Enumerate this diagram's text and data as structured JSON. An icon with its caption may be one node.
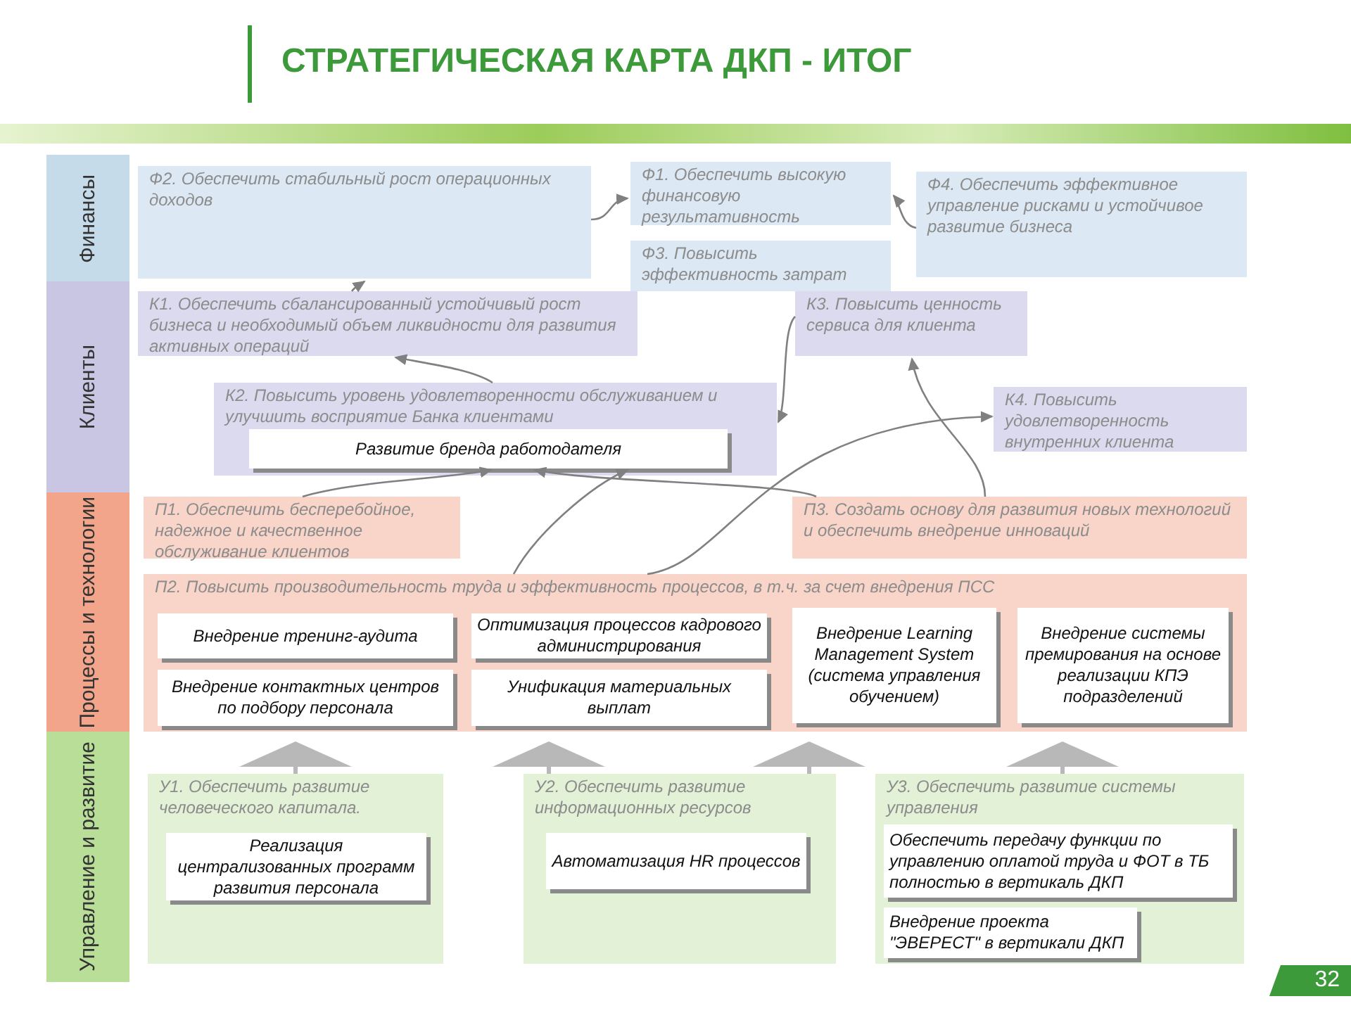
{
  "diagram": {
    "title": "СТРАТЕГИЧЕСКАЯ КАРТА ДКП - ИТОГ",
    "nodes": [
      {
        "text": [
          "Финансы"
        ]
      },
      {
        "text": [
          "Клиенты"
        ]
      },
      {
        "text": [
          "Процессы и технологии"
        ]
      },
      {
        "text": [
          "Управление и развитие"
        ]
      },
      {
        "text": [
          "Ф2. Обеспечить стабильный рост операционных доходов"
        ]
      },
      {
        "text": [
          "Ф1. Обеспечить высокую финансовую результативность"
        ]
      },
      {
        "text": [
          "Ф3. Повысить эффективность затрат"
        ]
      },
      {
        "text": [
          "Ф4. Обеспечить эффективное управление рисками и устойчивое развитие бизнеса"
        ]
      },
      {
        "text": [
          "К1. Обеспечить сбалансированный устойчивый рост бизнеса и необходимый объем ликвидности для развития активных операций"
        ]
      },
      {
        "text": [
          "К3. Повысить ценность сервиса для клиента"
        ]
      },
      {
        "text": [
          "К2. Повысить уровень удовлетворенности обслуживанием и улучшить восприятие Банка клиентами"
        ]
      },
      {
        "text": [
          "Развитие бренда работодателя"
        ],
        "in": 10
      },
      {
        "text": [
          "К4. Повысить удовлетворенность внутренних клиента"
        ]
      },
      {
        "text": [
          "П1. Обеспечить бесперебойное, надежное и качественное обслуживание клиентов"
        ]
      },
      {
        "text": [
          "П3. Создать основу для развития новых технологий и  обеспечить внедрение инноваций"
        ]
      },
      {
        "text": [
          "П2. Повысить производительность труда и эффективность процессов, в т.ч. за счет внедрения ПСС"
        ]
      },
      {
        "text": [
          "Внедрение тренинг-аудита"
        ],
        "in": 15
      },
      {
        "text": [
          "Оптимизация  процессов кадрового администрирования"
        ],
        "in": 15
      },
      {
        "text": [
          "Внедрение Learning Management System (система управления обучением)"
        ],
        "in": 15
      },
      {
        "text": [
          "Внедрение системы премирования на основе реализации КПЭ подразделений"
        ],
        "in": 15
      },
      {
        "text": [
          "Внедрение контактных центров по подбору персонала"
        ],
        "in": 15
      },
      {
        "text": [
          "Унификация материальных выплат"
        ],
        "in": 15
      },
      {
        "text": [
          "У1. Обеспечить развитие человеческого капитала."
        ]
      },
      {
        "text": [
          "Реализация централизованных программ развития персонала"
        ],
        "in": 22
      },
      {
        "text": [
          "У2. Обеспечить развитие информационных ресурсов"
        ]
      },
      {
        "text": [
          "Автоматизация HR процессов"
        ],
        "in": 24
      },
      {
        "text": [
          "У3. Обеспечить развитие системы управления"
        ]
      },
      {
        "text": [
          "Обеспечить передачу функции по управлению оплатой труда и ФОТ в ТБ полностью в вертикаль ДКП"
        ],
        "in": 26
      },
      {
        "text": [
          "Внедрение проекта \"ЭВЕРЕСТ\" в вертикали ДКП"
        ],
        "in": 26
      }
    ],
    "edges": [
      {
        "from": 4,
        "to": 5,
        "arrow": "to"
      },
      {
        "from": 7,
        "to": 5,
        "arrow": "to"
      },
      {
        "from": 8,
        "to": 4,
        "arrow": "to"
      },
      {
        "from": 10,
        "to": 8,
        "arrow": "to"
      },
      {
        "from": 9,
        "to": 10,
        "arrow": "to"
      },
      {
        "from": 13,
        "to": 11,
        "arrow": "to"
      },
      {
        "from": 15,
        "to": 11,
        "arrow": "to"
      },
      {
        "from": 14,
        "to": 11,
        "arrow": "to"
      },
      {
        "from": 15,
        "to": 12,
        "arrow": "to"
      },
      {
        "from": 14,
        "to": 9,
        "arrow": "to"
      },
      {
        "from": 22,
        "to": 15,
        "arrow": "to",
        "style": "thick"
      },
      {
        "from": 24,
        "to": 15,
        "arrow": "to",
        "style": "thick"
      },
      {
        "from": 24,
        "to": 15,
        "arrow": "to",
        "style": "thick"
      },
      {
        "from": 26,
        "to": 15,
        "arrow": "to",
        "style": "thick"
      }
    ],
    "labels": [
      "32"
    ]
  }
}
